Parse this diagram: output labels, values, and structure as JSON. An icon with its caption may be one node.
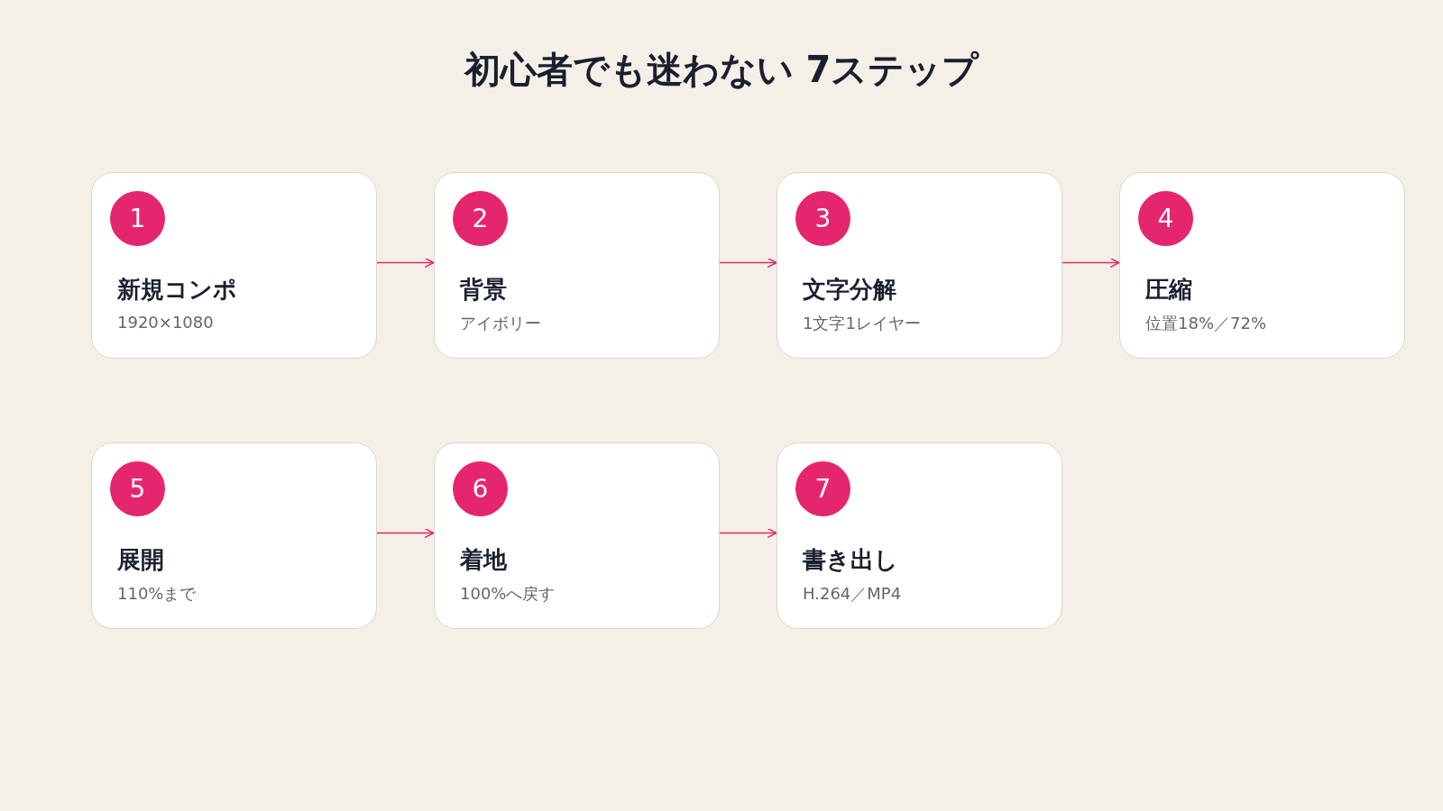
{
  "diagram": {
    "title": "初心者でも迷わない 7ステップ",
    "nodes": [
      {
        "text": [
          "1",
          "新規コンポ",
          "1920×1080"
        ]
      },
      {
        "text": [
          "2",
          "背景",
          "アイボリー"
        ]
      },
      {
        "text": [
          "3",
          "文字分解",
          "1文字1レイヤー"
        ]
      },
      {
        "text": [
          "4",
          "圧縮",
          "位置18%／72%"
        ]
      },
      {
        "text": [
          "5",
          "展開",
          "110%まで"
        ]
      },
      {
        "text": [
          "6",
          "着地",
          "100%へ戻す"
        ]
      },
      {
        "text": [
          "7",
          "書き出し",
          "H.264／MP4"
        ]
      }
    ],
    "edges": [
      {
        "from": 0,
        "to": 1,
        "arrow": "to"
      },
      {
        "from": 1,
        "to": 2,
        "arrow": "to"
      },
      {
        "from": 2,
        "to": 3,
        "arrow": "to"
      },
      {
        "from": 4,
        "to": 5,
        "arrow": "to"
      },
      {
        "from": 5,
        "to": 6,
        "arrow": "to"
      }
    ]
  }
}
